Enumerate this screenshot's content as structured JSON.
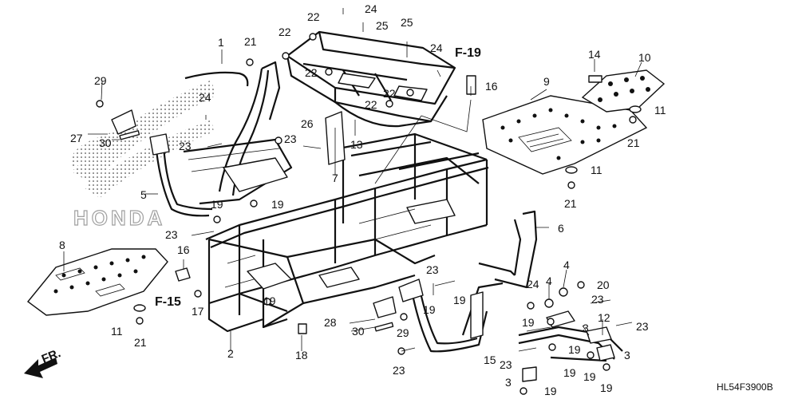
{
  "diagram_code": "HL54F3900B",
  "direction_label": "FR.",
  "honda_wing_text": "HONDA",
  "ref_labels": [
    "F-19",
    "F-15"
  ],
  "callouts": [
    {
      "id": "c1",
      "text": "1"
    },
    {
      "id": "c2",
      "text": "2"
    },
    {
      "id": "c3a",
      "text": "3"
    },
    {
      "id": "c3b",
      "text": "3"
    },
    {
      "id": "c3c",
      "text": "3"
    },
    {
      "id": "c4a",
      "text": "4"
    },
    {
      "id": "c4b",
      "text": "4"
    },
    {
      "id": "c5",
      "text": "5"
    },
    {
      "id": "c6",
      "text": "6"
    },
    {
      "id": "c7",
      "text": "7"
    },
    {
      "id": "c8",
      "text": "8"
    },
    {
      "id": "c9",
      "text": "9"
    },
    {
      "id": "c10",
      "text": "10"
    },
    {
      "id": "c11a",
      "text": "11"
    },
    {
      "id": "c11b",
      "text": "11"
    },
    {
      "id": "c11c",
      "text": "11"
    },
    {
      "id": "c12",
      "text": "12"
    },
    {
      "id": "c13",
      "text": "13"
    },
    {
      "id": "c14",
      "text": "14"
    },
    {
      "id": "c15",
      "text": "15"
    },
    {
      "id": "c16a",
      "text": "16"
    },
    {
      "id": "c16b",
      "text": "16"
    },
    {
      "id": "c17",
      "text": "17"
    },
    {
      "id": "c18",
      "text": "18"
    },
    {
      "id": "c19a",
      "text": "19"
    },
    {
      "id": "c19b",
      "text": "19"
    },
    {
      "id": "c19c",
      "text": "19"
    },
    {
      "id": "c19d",
      "text": "19"
    },
    {
      "id": "c19e",
      "text": "19"
    },
    {
      "id": "c19f",
      "text": "19"
    },
    {
      "id": "c19g",
      "text": "19"
    },
    {
      "id": "c19h",
      "text": "19"
    },
    {
      "id": "c19i",
      "text": "19"
    },
    {
      "id": "c19j",
      "text": "19"
    },
    {
      "id": "c19k",
      "text": "19"
    },
    {
      "id": "c20",
      "text": "20"
    },
    {
      "id": "c21a",
      "text": "21"
    },
    {
      "id": "c21b",
      "text": "21"
    },
    {
      "id": "c21c",
      "text": "21"
    },
    {
      "id": "c21d",
      "text": "21"
    },
    {
      "id": "c22a",
      "text": "22"
    },
    {
      "id": "c22b",
      "text": "22"
    },
    {
      "id": "c22c",
      "text": "22"
    },
    {
      "id": "c22d",
      "text": "22"
    },
    {
      "id": "c22e",
      "text": "22"
    },
    {
      "id": "c23a",
      "text": "23"
    },
    {
      "id": "c23b",
      "text": "23"
    },
    {
      "id": "c23c",
      "text": "23"
    },
    {
      "id": "c23d",
      "text": "23"
    },
    {
      "id": "c23e",
      "text": "23"
    },
    {
      "id": "c23f",
      "text": "23"
    },
    {
      "id": "c23g",
      "text": "23"
    },
    {
      "id": "c23h",
      "text": "23"
    },
    {
      "id": "c24a",
      "text": "24"
    },
    {
      "id": "c24b",
      "text": "24"
    },
    {
      "id": "c24c",
      "text": "24"
    },
    {
      "id": "c24d",
      "text": "24"
    },
    {
      "id": "c25a",
      "text": "25"
    },
    {
      "id": "c25b",
      "text": "25"
    },
    {
      "id": "c26",
      "text": "26"
    },
    {
      "id": "c27",
      "text": "27"
    },
    {
      "id": "c28",
      "text": "28"
    },
    {
      "id": "c29a",
      "text": "29"
    },
    {
      "id": "c29b",
      "text": "29"
    },
    {
      "id": "c30a",
      "text": "30"
    },
    {
      "id": "c30b",
      "text": "30"
    }
  ]
}
